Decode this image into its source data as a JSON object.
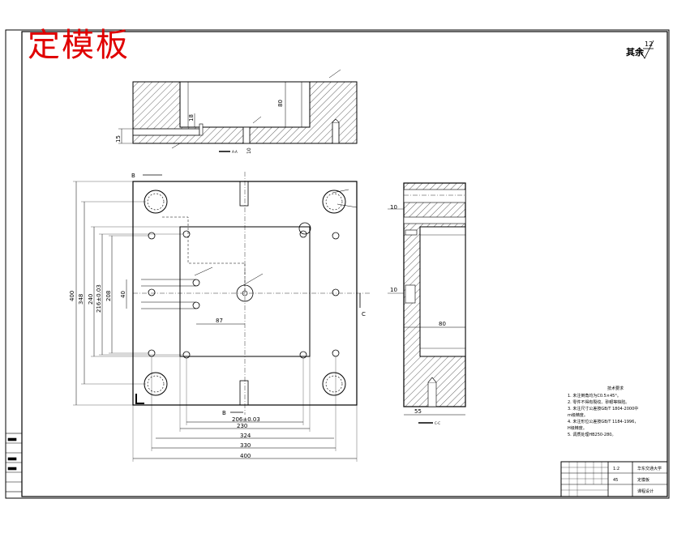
{
  "title": "定模板",
  "roughness_note": "其余",
  "roughness_value": "12",
  "section_labels": {
    "top_view": "A-A",
    "side_view": "C-C"
  },
  "view_markers": {
    "b": "B",
    "c": "C"
  },
  "dims": {
    "plate_length": "400",
    "dim_330": "330",
    "dim_324": "324",
    "dim_230": "230",
    "dim_206": "206±0.03",
    "dim_87": "87",
    "height_400": "400",
    "height_348": "348",
    "height_240": "240",
    "height_216": "216±0.03",
    "height_208": "208",
    "dim_40": "40",
    "depth_80": "80",
    "top_15": "15",
    "top_18": "18",
    "top_10": "10",
    "side_10a": "10",
    "side_10b": "10",
    "side_80": "80",
    "side_55": "55"
  },
  "tech_notes": {
    "heading": "技术要求",
    "lines": [
      "1. 未注倒角均为C0.5×45°。",
      "2. 零件不得有裂纹、砂眼等缺陷。",
      "3. 未注尺寸公差按GB/T 1804-2000中",
      "   m级精度。",
      "4. 未注形位公差按GB/T 1184-1996，",
      "   H级精度。",
      "5. 调质处理HB250-280。"
    ]
  },
  "title_block": {
    "scale": "1:2",
    "material": "45",
    "school": "华东交通大学",
    "drawing_name": "定模板",
    "course": "课程设计"
  },
  "colors": {
    "title": "#e00000",
    "line": "#000000",
    "background": "#ffffff"
  }
}
